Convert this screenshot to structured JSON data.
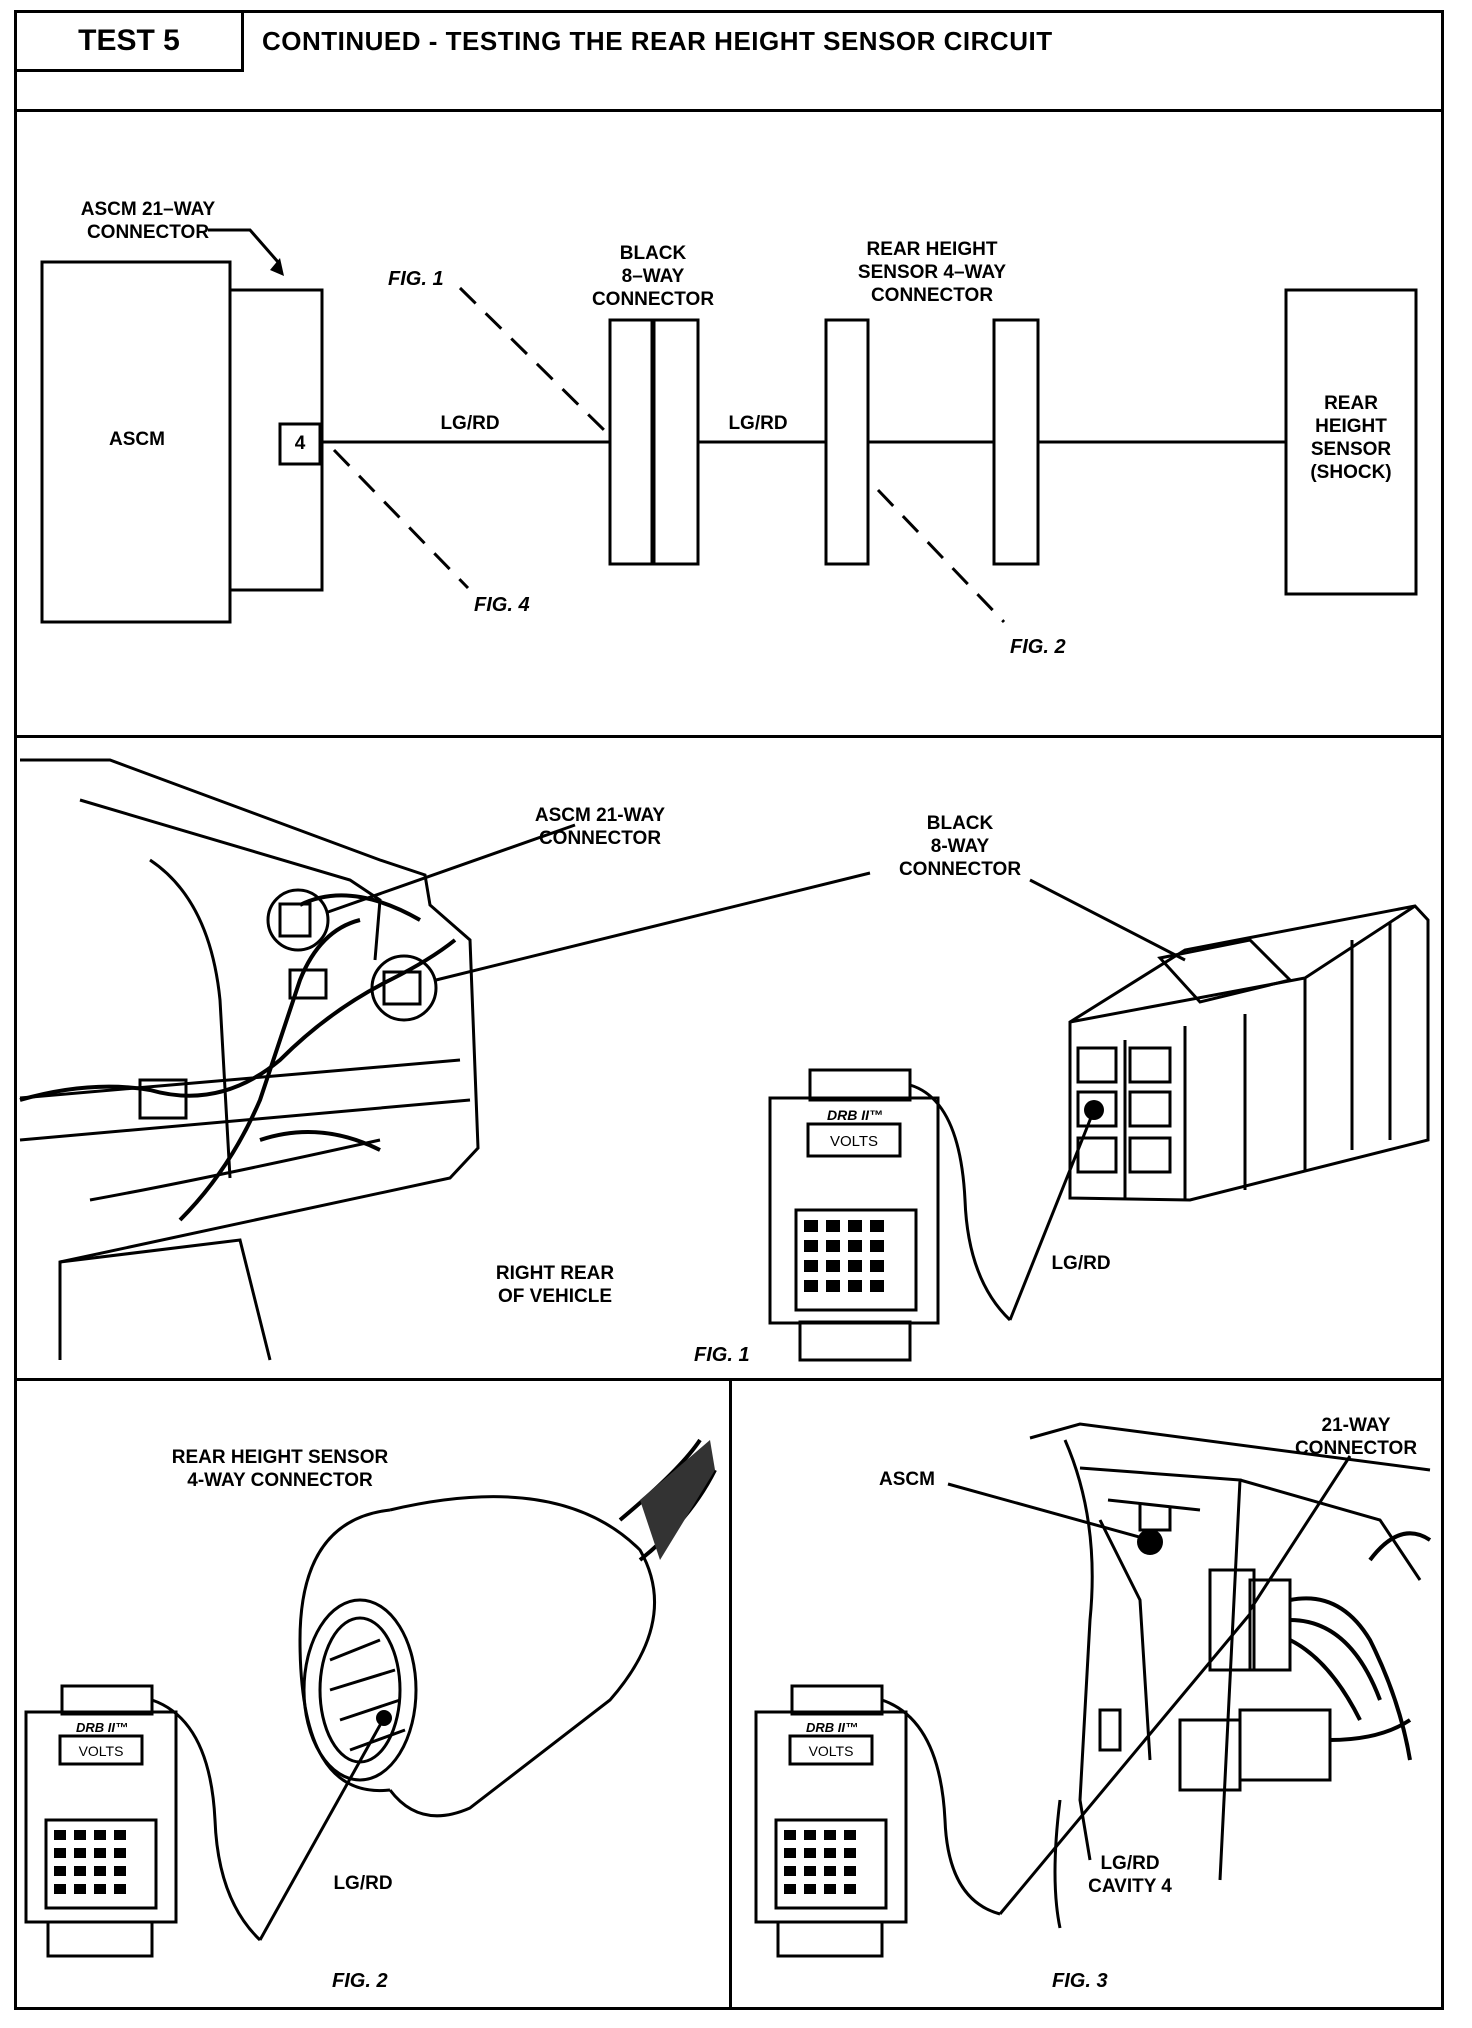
{
  "header": {
    "test_label": "TEST 5",
    "title": "CONTINUED - TESTING THE REAR HEIGHT SENSOR CIRCUIT"
  },
  "schematic": {
    "ascm_connector_label": "ASCM 21–WAY\nCONNECTOR",
    "ascm_label": "ASCM",
    "cavity_number": "4",
    "wire1": "LG/RD",
    "wire2": "LG/RD",
    "black_connector": "BLACK\n8–WAY\nCONNECTOR",
    "rear_height_connector": "REAR HEIGHT\nSENSOR 4–WAY\nCONNECTOR",
    "sensor_label": "REAR\nHEIGHT\nSENSOR\n(SHOCK)",
    "fig1": "FIG. 1",
    "fig4": "FIG. 4",
    "fig2": "FIG. 2"
  },
  "panel_fig1": {
    "ascm_connector": "ASCM 21-WAY\nCONNECTOR",
    "black_connector": "BLACK\n8-WAY\nCONNECTOR",
    "location": "RIGHT REAR\nOF VEHICLE",
    "wire": "LG/RD",
    "tool_brand": "DRB II™",
    "tool_display": "VOLTS",
    "caption": "FIG. 1"
  },
  "panel_fig2": {
    "connector": "REAR HEIGHT SENSOR\n4-WAY CONNECTOR",
    "wire": "LG/RD",
    "tool_brand": "DRB II™",
    "tool_display": "VOLTS",
    "caption": "FIG. 2"
  },
  "panel_fig3": {
    "ascm": "ASCM",
    "connector": "21-WAY\nCONNECTOR",
    "wire": "LG/RD\nCAVITY 4",
    "tool_brand": "DRB II™",
    "tool_display": "VOLTS",
    "caption": "FIG. 3"
  }
}
